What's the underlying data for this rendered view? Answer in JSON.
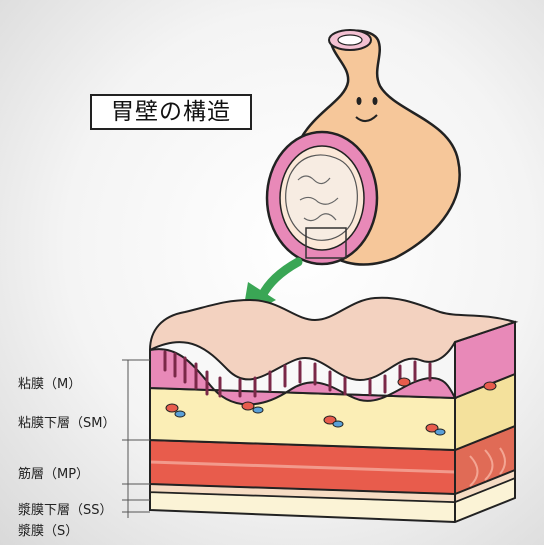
{
  "title": "胃壁の構造",
  "layers": [
    {
      "label": "粘膜（M）"
    },
    {
      "label": "粘膜下層（SM）"
    },
    {
      "label": "筋層（MP）"
    },
    {
      "label": "漿膜下層（SS）"
    },
    {
      "label": "漿膜（S）"
    }
  ],
  "colors": {
    "stomach": "#f6c79a",
    "mucosa_pink": "#e889b8",
    "villi_fill": "#f3d2c0",
    "submucosa": "#fbeeb6",
    "muscle": "#e85c4c",
    "arrow": "#3aa655"
  }
}
